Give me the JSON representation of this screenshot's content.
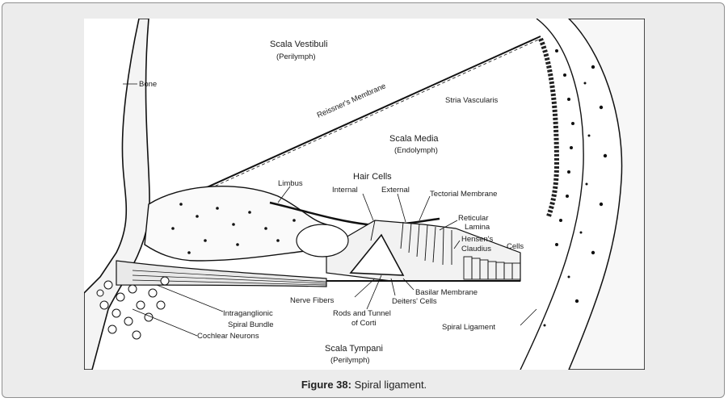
{
  "figure": {
    "labels": {
      "scala_vestibuli": "Scala Vestibuli",
      "perilymph_top": "(Perilymph)",
      "bone": "Bone",
      "reissners_membrane": "Reissner's Membrane",
      "stria_vascularis": "Stria Vascularis",
      "scala_media": "Scala Media",
      "endolymph": "(Endolymph)",
      "limbus": "Limbus",
      "hair_cells": "Hair Cells",
      "internal": "Internal",
      "external": "External",
      "tectorial_membrane": "Tectorial Membrane",
      "reticular": "Reticular",
      "lamina": "Lamina",
      "hensens": "Hensen's",
      "claudius": "Claudius",
      "cells": "Cells",
      "nerve_fibers": "Nerve Fibers",
      "basilar_membrane": "Basilar Membrane",
      "deiters_cells": "Deiters' Cells",
      "rods_and_tunnel": "Rods and Tunnel",
      "of_corti": "of Corti",
      "intraganglionic": "Intraganglionic",
      "spiral_bundle": "Spiral Bundle",
      "cochlear_neurons": "Cochlear Neurons",
      "spiral_ligament": "Spiral Ligament",
      "scala_tympani": "Scala Tympani",
      "perilymph_bottom": "(Perilymph)"
    }
  },
  "caption": {
    "prefix": "Figure 38:",
    "text": " Spiral ligament."
  }
}
